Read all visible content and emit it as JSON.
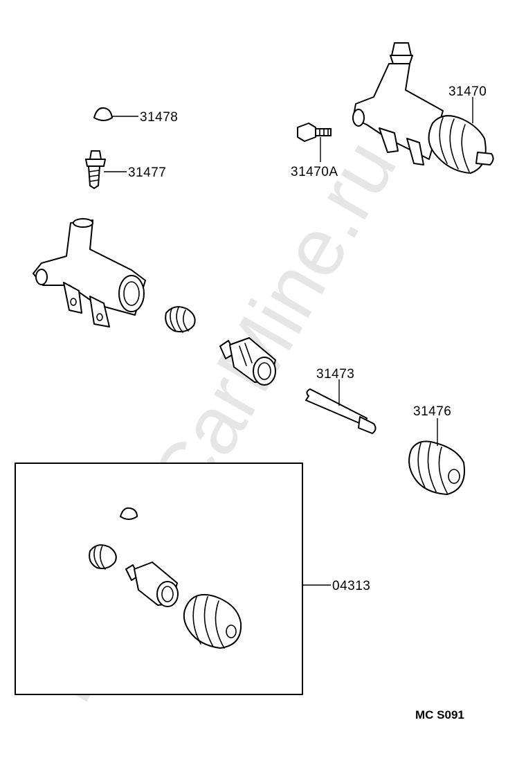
{
  "watermark": "ToyotaCarMine.ru",
  "labels": {
    "p31478": "31478",
    "p31477": "31477",
    "p31470A": "31470A",
    "p31470": "31470",
    "p31473": "31473",
    "p31476": "31476",
    "p04313": "04313"
  },
  "diagram_code": "MC S091"
}
